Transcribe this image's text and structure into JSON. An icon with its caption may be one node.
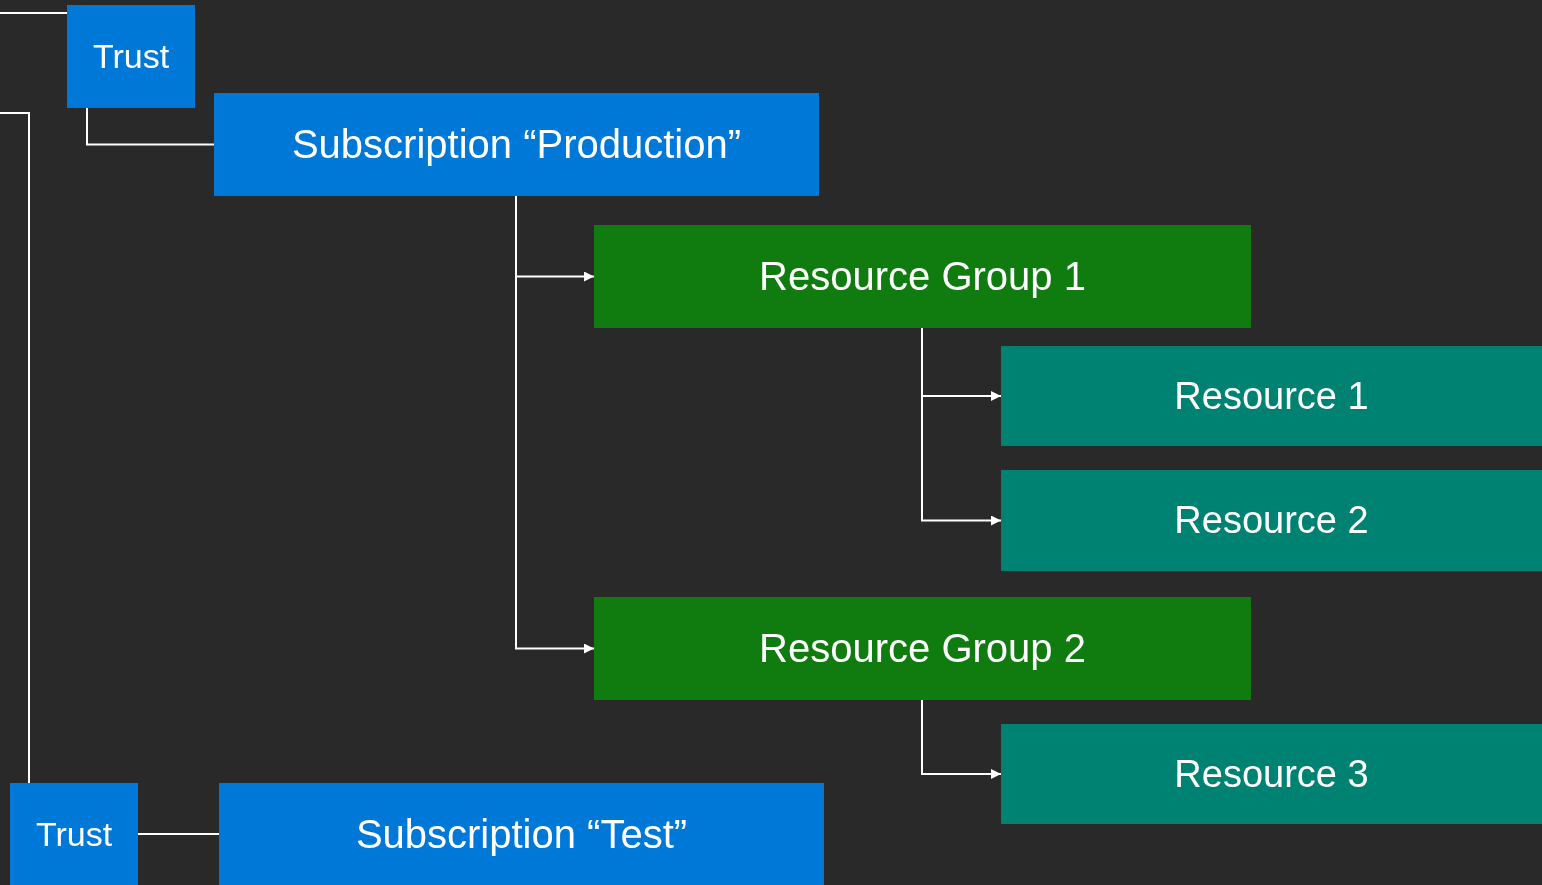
{
  "diagram": {
    "nodes": [
      {
        "text": [
          "Trust"
        ]
      },
      {
        "text": [
          "Subscription “Production”"
        ]
      },
      {
        "text": [
          "Resource Group 1"
        ]
      },
      {
        "text": [
          "Resource 1"
        ]
      },
      {
        "text": [
          "Resource 2"
        ]
      },
      {
        "text": [
          "Resource Group 2"
        ]
      },
      {
        "text": [
          "Resource 3"
        ]
      },
      {
        "text": [
          "Trust"
        ]
      },
      {
        "text": [
          "Subscription “Test”"
        ]
      }
    ],
    "edges": [
      {
        "from": null,
        "to": 0,
        "arrow": "none"
      },
      {
        "from": 0,
        "to": 1,
        "arrow": "none"
      },
      {
        "from": 1,
        "to": 2,
        "arrow": "to"
      },
      {
        "from": 1,
        "to": 5,
        "arrow": "to"
      },
      {
        "from": 2,
        "to": 3,
        "arrow": "to"
      },
      {
        "from": 2,
        "to": 4,
        "arrow": "to"
      },
      {
        "from": 5,
        "to": 6,
        "arrow": "to"
      },
      {
        "from": null,
        "to": 7,
        "arrow": "none"
      },
      {
        "from": 7,
        "to": 8,
        "arrow": "none"
      }
    ]
  }
}
